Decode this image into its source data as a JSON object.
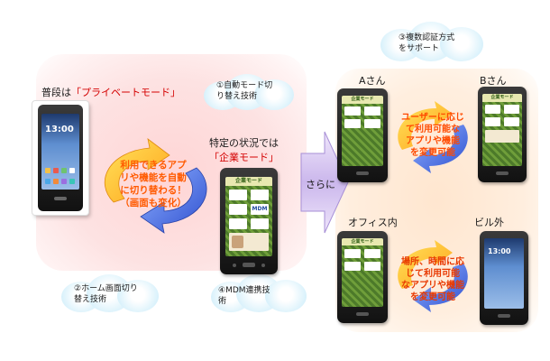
{
  "labels": {
    "private_prefix": "普段は",
    "private_mode": "「プライベートモード」",
    "situation": "特定の状況では",
    "corporate_mode": "「企業モード」",
    "further": "さらに",
    "person_a": "Aさん",
    "person_b": "Bさん",
    "in_office": "オフィス内",
    "outside": "ビル外"
  },
  "clouds": {
    "c1_line1": "①自動モード切",
    "c1_line2": "り替え技術",
    "c2_line1": "②ホーム画面切り",
    "c2_line2": "替え技術",
    "c3_line1": "③複数認証方式",
    "c3_line2": "をサポート",
    "c4_line1": "④MDM連携技",
    "c4_line2": "術"
  },
  "callouts": {
    "main_line1": "利用できるアプ",
    "main_line2": "リや機能を自動",
    "main_line3": "に切り替わる！",
    "main_line4": "（画面も変化）",
    "user_line1": "ユーザーに応じ",
    "user_line2": "て利用可能な",
    "user_line3": "アプリや機能",
    "user_line4": "を変更可能",
    "place_line1": "場所、時間に応",
    "place_line2": "じて利用可能",
    "place_line3": "なアプリや機能",
    "place_line4": "を変更可能"
  },
  "phone_texts": {
    "time": "13:00",
    "corp_bar": "企業モード",
    "tile_mdm": "MDM"
  },
  "colors": {
    "mode_red": "#d40000",
    "callout_text": "#ff5a00",
    "callout_text_alt": "#e83800",
    "arrow_blue": "#3a5fd8",
    "arrow_purple": "#b8a0e0",
    "panel_pink": "#fde2e2",
    "panel_orange": "#ffeede",
    "cloud_blue": "#aee0f4"
  },
  "icons": {
    "cycle_arrow": "curved-arrow-icon",
    "next_arrow": "block-arrow-right-icon"
  }
}
